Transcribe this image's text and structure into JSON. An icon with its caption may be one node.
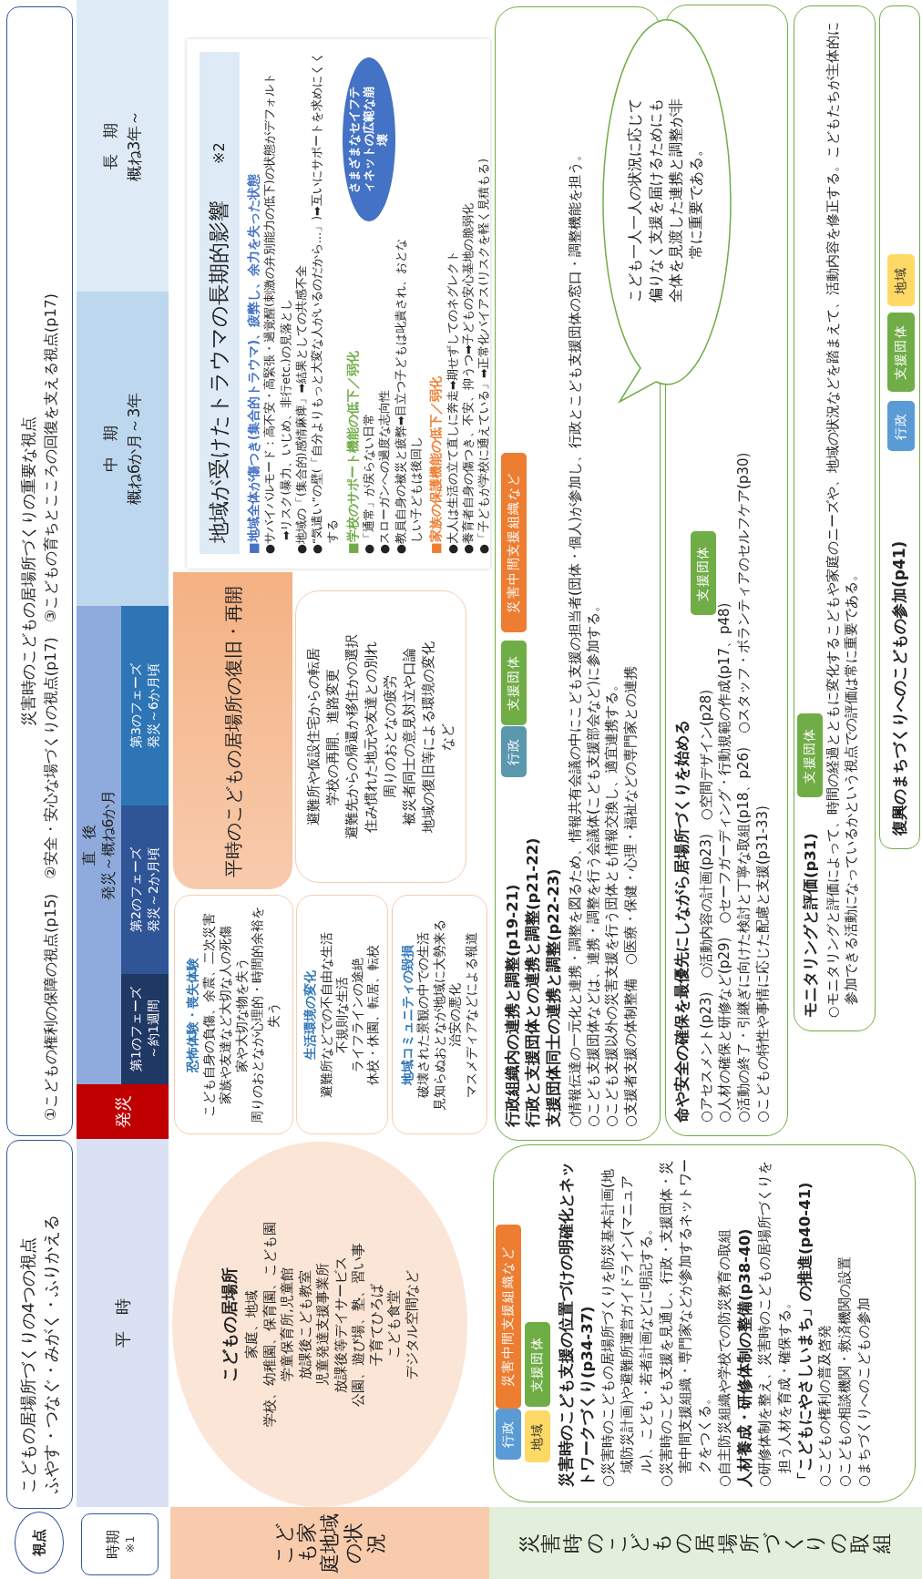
{
  "diagram": {
    "nodes": [
      {
        "text": [
          "視点"
        ]
      },
      {
        "text": [
          "こどもの居場所づくりの4つの視点",
          "ふやす・つなぐ・みがく・ふりかえる"
        ]
      },
      {
        "text": [
          "災害時のこどもの居場所づくりの重要な視点",
          "①こどもの権利の保障の視点(p15)　②安全・安心な場づくりの視点(p17)　③こどもの育ちとこころの回復を支える視点(p17)"
        ]
      },
      {
        "text": [
          "時期",
          "※1"
        ]
      },
      {
        "text": [
          "こども家庭地域の状況"
        ]
      },
      {
        "text": [
          "災害時のこどもの居場所づくりの取組"
        ]
      },
      {
        "text": [
          "平時"
        ]
      },
      {
        "text": [
          "発災"
        ]
      },
      {
        "text": [
          "直後",
          "発災～概ね6か月"
        ]
      },
      {
        "text": [
          "第1のフェーズ",
          "～約1週間"
        ]
      },
      {
        "text": [
          "第2のフェーズ",
          "発災～2か月頃"
        ]
      },
      {
        "text": [
          "第3のフェーズ",
          "発災～6か月頃"
        ]
      },
      {
        "text": [
          "中期",
          "概ね6か月～3年"
        ]
      },
      {
        "text": [
          "長期",
          "概ね3年～"
        ]
      },
      {
        "text": [
          "こどもの居場所",
          "家庭、地域",
          "学校、幼稚園、保育園、こども園",
          "学童保育所,児童館",
          "放課後こども教室",
          "児童発達支援事業所",
          "放課後等デイサービス",
          "公園、遊び場、塾、習い事",
          "子育てひろば",
          "こども食堂",
          "デジタル空間など"
        ]
      },
      {
        "text": [
          "恐怖体験・喪失体験",
          "こども自身の負傷、余震、二次災害",
          "家族や友達など大切な人の死傷",
          "家や大切な物を失う",
          "周りのおとなが心理的・時間的余裕を失う"
        ]
      },
      {
        "text": [
          "生活環境の変化",
          "避難所などでの不自由な生活",
          "不規則な生活",
          "ライフラインの途絶",
          "休校・休園、転居、転校"
        ]
      },
      {
        "text": [
          "地域コミュニティの毀損",
          "破壊された景観の中での生活",
          "見知らぬおとなが地域に大勢来る",
          "治安の悪化",
          "マスメディアなどによる報道"
        ]
      },
      {
        "text": [
          "平時のこどもの居場所の復旧・再開"
        ]
      },
      {
        "text": [
          "避難所や仮設住宅からの転居",
          "学校の再開、進路変更",
          "避難先からの帰還か移住かの選択",
          "住み慣れた地元や友達との別れ",
          "周りのおとなの疲労",
          "被災者同士の意見対立や口論",
          "地域の復旧等による環境の変化",
          "など"
        ]
      },
      {
        "text": [
          "地域が受けたトラウマの長期的影響",
          "※2",
          "■地域全体が傷つき(集合的トラウマ)、疲弊し、余力を失った状態",
          "●サバイバルモード：高不安・高緊張・過覚醒(刺激の弁別能力の低下)の状態がデフォルト",
          "➡リスク(暴力、いじめ、非行etc.)の見落とし",
          "●地域の「(集合的)感情麻痺」➡結果としての共感不全",
          "●“気遣い”の壁(「自分よりもっと大変な人がいるのだから…」)➡互いにサポートを求めにくくする",
          "■学校のサポート機能の低下／弱化",
          "●「通常」が戻らない日常",
          "●スローガンへの過度な志向性",
          "●教員自身の被災と疲弊➡目立つ子どもは叱責され、おとなしい子どもは後回し",
          "■家族の保護機能の低下／弱化",
          "●大人は生活の立て直しに奔走➡期せずしてのネグレクト",
          "●養育者自身の傷つき、不安、抑うつ➡子どもの安心基地の脆弱化",
          "●「子どもが学校に通えている」➡正常化バイアス(リスクを軽く見積もる)"
        ]
      },
      {
        "text": [
          "さまざまなセイフティネットの広範な崩壊"
        ],
        "in": 20
      },
      {
        "text": [
          "災害時のこども支援の位置づけの明確化とネットワークづくり(p34-37)",
          "○災害時のこどもの居場所づくりを防災基本計画(地域防災計画)や避難所運営ガイドライン(マニュアル)、こども・若者計画などに明記する。",
          "○災害時のこども支援を見通し、行政・支援団体・災害中間支援組織・専門家などが参加するネットワークをつくる。",
          "○自主防災組織や学校での防災教育の取組",
          "人材養成・研修体制の整備(p38-40)",
          "○研修体制を整え、災害時のこどもの居場所づくりを担う人材を育成・確保する。",
          "「こどもにやさしいまち」の推進(p40-41)",
          "○こどもの権利の普及啓発",
          "○こどもの相談機関・救済機関の設置",
          "○まちづくりへのこどもの参加"
        ]
      },
      {
        "text": [
          "行政"
        ],
        "in": 22
      },
      {
        "text": [
          "災害中間支援組織など"
        ],
        "in": 22
      },
      {
        "text": [
          "地域"
        ],
        "in": 22
      },
      {
        "text": [
          "支援団体"
        ],
        "in": 22
      },
      {
        "text": [
          "行政組織内の連携と調整(p19-21)",
          "行政と支援団体との連携と調整(p21-22)",
          "支援団体同士の連携と調整(p22-23)",
          "○情報伝達の一元化と連携・調整を図るため、情報共有会議の中にこども支援の担当者(団体・個人)が参加し、行政とこども支援団体の窓口・調整機能を担う。",
          "○こども支援団体などは、連携・調整を行う会議体(こども支援部会など)に参加する。",
          "○こども支援以外の災害支援を行う団体とも情報交換し、適宜連携する。",
          "○支援者支援の体制整備　○医療・保健・心理・福祉などの専門家との連携"
        ]
      },
      {
        "text": [
          "行政"
        ],
        "in": 27
      },
      {
        "text": [
          "支援団体"
        ],
        "in": 27
      },
      {
        "text": [
          "災害中間支援組織など"
        ],
        "in": 27
      },
      {
        "text": [
          "こども一人一人の状況に応じて偏りなく支援を届けるためにも全体を見渡した連携と調整が非常に重要である。"
        ]
      },
      {
        "text": [
          "命や安全の確保を最優先にしながら居場所づくりを始める",
          "○アセスメント(p23)　○活動内容の計画(p23)　○空間デザイン(p28)",
          "○人材の確保と研修など(p29)　○セーフガーディング・行動規範の作成(p17、p48)",
          "○活動の終了・引継ぎに向けた検討と丁寧な取組(p18、p26)　○スタッフ・ボランティアのセルフケア(p30)",
          "○こどもの特性や事情に応じた配慮と支援(p31-33)"
        ]
      },
      {
        "text": [
          "支援団体"
        ],
        "in": 32
      },
      {
        "text": [
          "モニタリングと評価(p31)",
          "○モニタリングと評価によって、時間の経過とともに変化するこどもや家庭のニーズや、地域の状況などを踏まえて、活動内容を修正する。こどもたちが主体的に参加できる活動になっているかという視点での評価は常に重要である。"
        ]
      },
      {
        "text": [
          "支援団体"
        ],
        "in": 34
      },
      {
        "text": [
          "復興のまちづくりへのこどもの参加(p41)"
        ]
      },
      {
        "text": [
          "行政"
        ],
        "in": 36
      },
      {
        "text": [
          "支援団体"
        ],
        "in": 36
      },
      {
        "text": [
          "地域"
        ],
        "in": 36
      }
    ]
  }
}
